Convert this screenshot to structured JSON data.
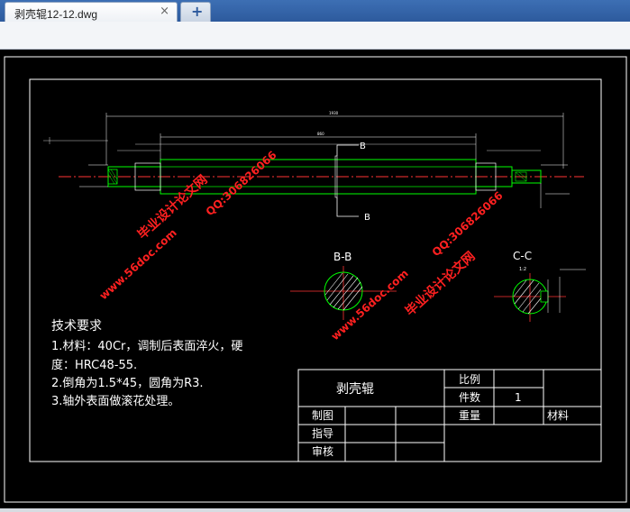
{
  "tab": {
    "title": "剥壳辊12-12.dwg",
    "close": "×",
    "new": "+"
  },
  "colors": {
    "frame": "#ffffff",
    "part": "#00ff00",
    "centerline": "#ff3333",
    "watermark": "#ff2020",
    "background": "#000000"
  },
  "drawing": {
    "section_bb": "B-B",
    "section_cc": "C-C",
    "section_cc_scale": "1:2",
    "cut_label_b1": "B",
    "cut_label_b2": "B",
    "dim_top": "1930",
    "dim_mid": "860"
  },
  "tech": {
    "heading": "技术要求",
    "line1": "1.材料：40Cr，调制后表面淬火，硬",
    "line2": "度：HRC48-55.",
    "line3": "2.倒角为1.5*45，圆角为R3.",
    "line4": "3.轴外表面做滚花处理。"
  },
  "title_block": {
    "part_name": "剥壳辊",
    "scale_label": "比例",
    "count_label": "件数",
    "count_value": "1",
    "weight_label": "重量",
    "material_label": "材料",
    "drawn_label": "制图",
    "guide_label": "指导",
    "review_label": "审核"
  },
  "watermarks": {
    "site_cn": "毕业设计论文网",
    "site_url": "www.56doc.com",
    "qq": "QQ:306826066"
  }
}
